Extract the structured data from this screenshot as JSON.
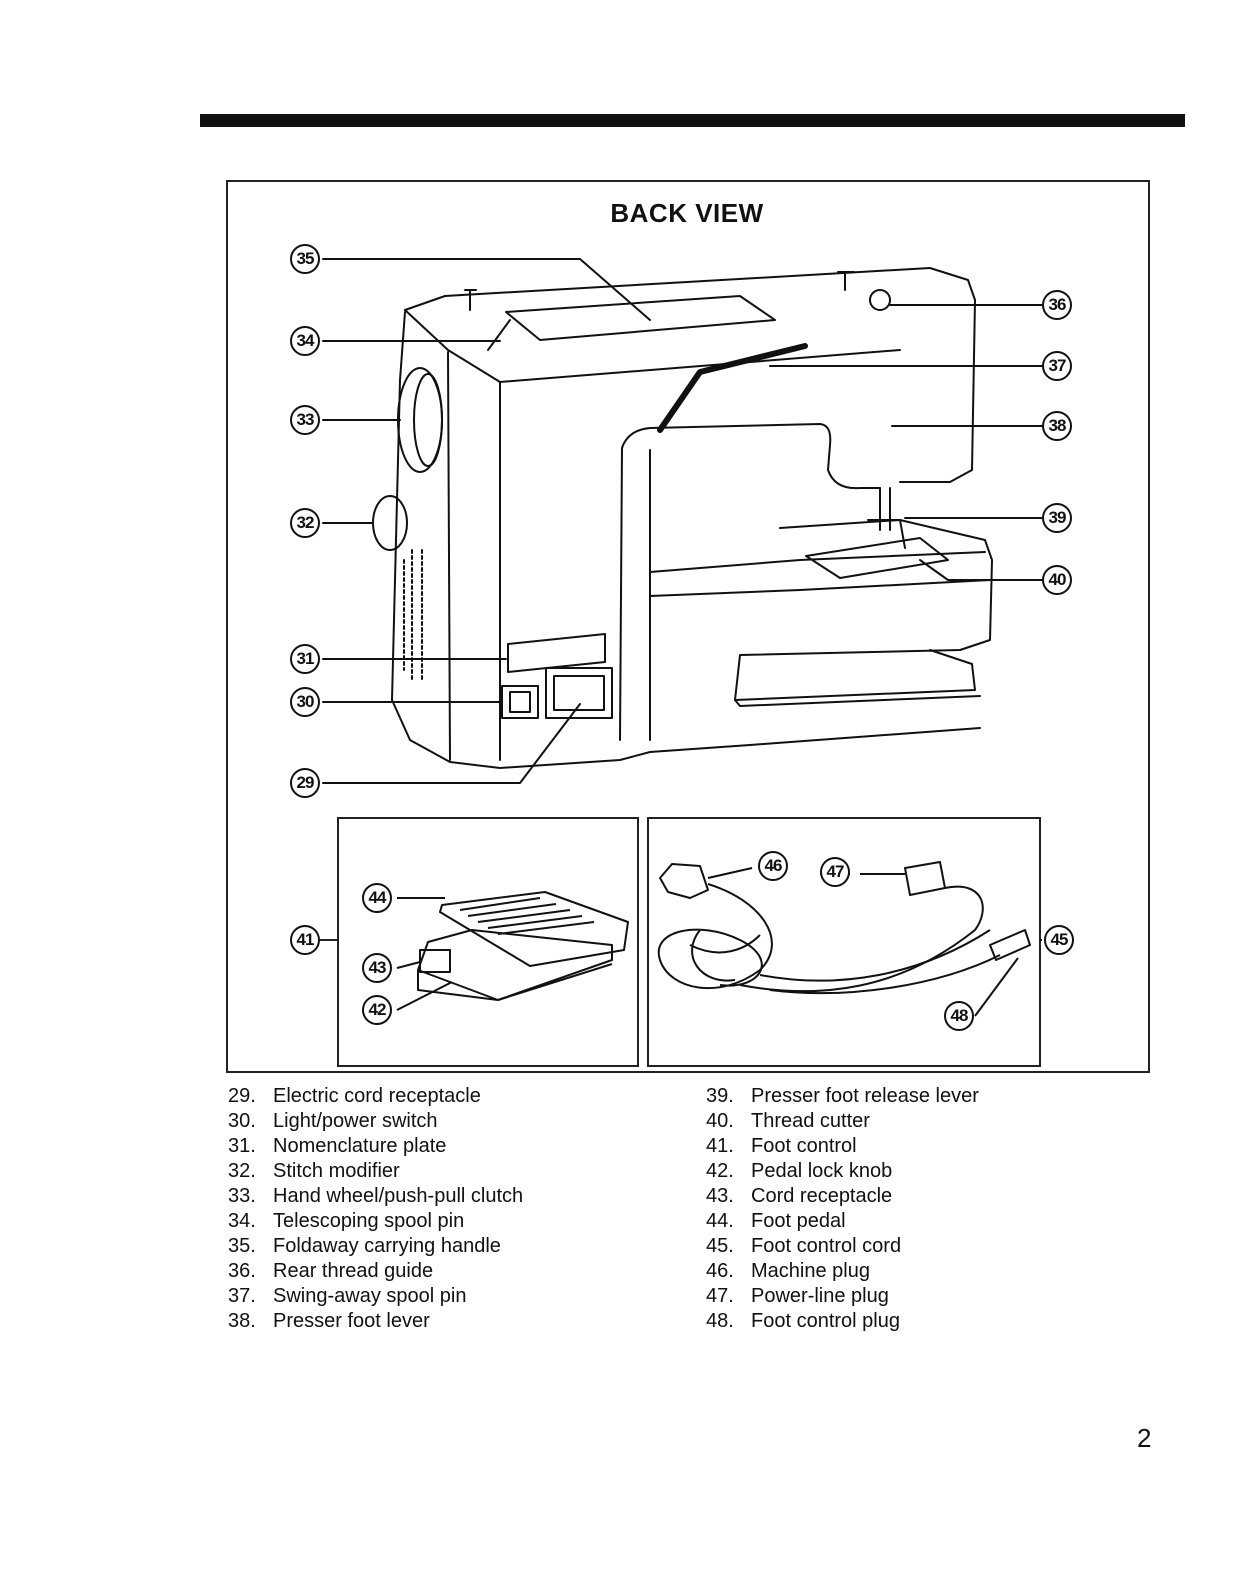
{
  "diagram": {
    "title": "BACK VIEW",
    "callouts": [
      "35",
      "34",
      "33",
      "32",
      "31",
      "30",
      "29",
      "36",
      "37",
      "38",
      "39",
      "40",
      "41",
      "44",
      "43",
      "42",
      "46",
      "47",
      "45",
      "48"
    ]
  },
  "legend_left": [
    {
      "num": "29.",
      "label": "Electric cord receptacle"
    },
    {
      "num": "30.",
      "label": "Light/power switch"
    },
    {
      "num": "31.",
      "label": "Nomenclature plate"
    },
    {
      "num": "32.",
      "label": "Stitch modifier"
    },
    {
      "num": "33.",
      "label": "Hand wheel/push-pull clutch"
    },
    {
      "num": "34.",
      "label": "Telescoping spool pin"
    },
    {
      "num": "35.",
      "label": "Foldaway carrying handle"
    },
    {
      "num": "36.",
      "label": "Rear thread guide"
    },
    {
      "num": "37.",
      "label": "Swing-away spool pin"
    },
    {
      "num": "38.",
      "label": "Presser foot lever"
    }
  ],
  "legend_right": [
    {
      "num": "39.",
      "label": "Presser foot release lever"
    },
    {
      "num": "40.",
      "label": "Thread cutter"
    },
    {
      "num": "41.",
      "label": "Foot control"
    },
    {
      "num": "42.",
      "label": "Pedal lock knob"
    },
    {
      "num": "43.",
      "label": "Cord receptacle"
    },
    {
      "num": "44.",
      "label": "Foot pedal"
    },
    {
      "num": "45.",
      "label": "Foot control cord"
    },
    {
      "num": "46.",
      "label": "Machine plug"
    },
    {
      "num": "47.",
      "label": "Power-line plug"
    },
    {
      "num": "48.",
      "label": "Foot control plug"
    }
  ],
  "page_number": "2"
}
